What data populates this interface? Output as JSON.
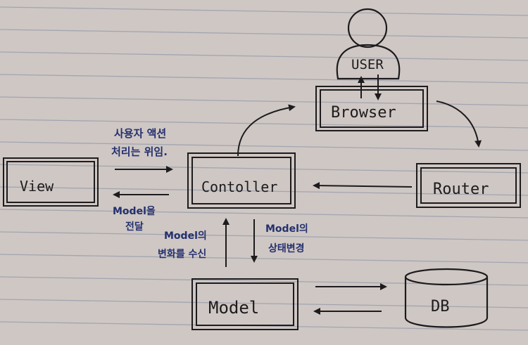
{
  "colors": {
    "paper": "#cfc7c4",
    "rule_line": "#9aa0ad",
    "ink": "#1d1b1d",
    "blue_ink": "#23306e"
  },
  "nodes": {
    "user": "USER",
    "browser": "Browser",
    "router": "Router",
    "controller": "Contoller",
    "view": "View",
    "model": "Model",
    "db": "DB"
  },
  "annotations": {
    "user_action_line1": "사용자 액션",
    "user_action_line2": "처리는 위임.",
    "model_deliver_line1": "Model을",
    "model_deliver_line2": "전달",
    "model_change_line1": "Model의",
    "model_change_line2": "변화를 수신",
    "model_state_line1": "Model의",
    "model_state_line2": "상태변경"
  }
}
